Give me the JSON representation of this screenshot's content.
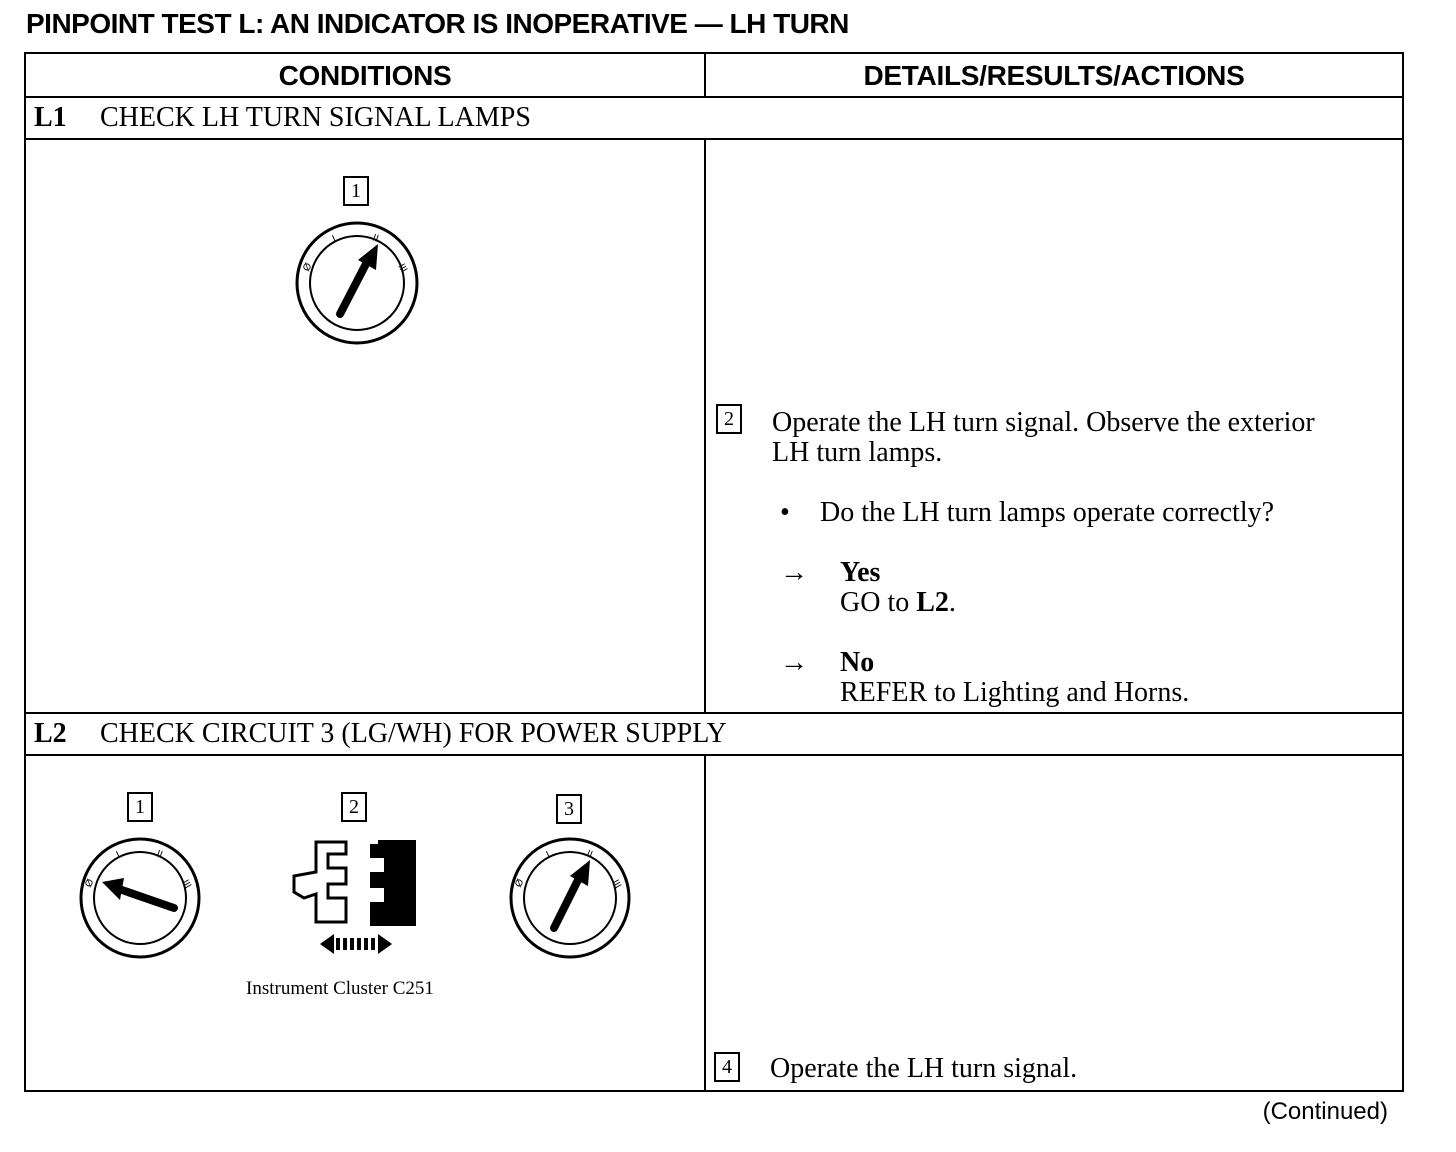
{
  "title": "PINPOINT TEST L:  AN INDICATOR IS INOPERATIVE — LH TURN",
  "headers": {
    "conditions": "CONDITIONS",
    "details": "DETAILS/RESULTS/ACTIONS"
  },
  "steps": [
    {
      "id": "L1",
      "title": "CHECK LH TURN SIGNAL LAMPS",
      "figure_numbers": [
        "1"
      ],
      "action_number": "2",
      "action_line1": "Operate the LH turn signal. Observe the exterior",
      "action_line2": "LH turn lamps.",
      "question": "Do the LH turn lamps operate correctly?",
      "results": [
        {
          "arrow": "→",
          "label": "Yes",
          "text_prefix": "GO to ",
          "text_bold": "L2",
          "text_suffix": "."
        },
        {
          "arrow": "→",
          "label": "No",
          "text_prefix": "REFER to Lighting and Horns.",
          "text_bold": "",
          "text_suffix": ""
        }
      ]
    },
    {
      "id": "L2",
      "title": "CHECK CIRCUIT 3 (LG/WH) FOR POWER SUPPLY",
      "figure_numbers": [
        "1",
        "2",
        "3"
      ],
      "connector_caption": "Instrument Cluster C251",
      "action_number": "4",
      "action_line1": "Operate the LH turn signal."
    }
  ],
  "bullet": "•",
  "continued": "(Continued)"
}
